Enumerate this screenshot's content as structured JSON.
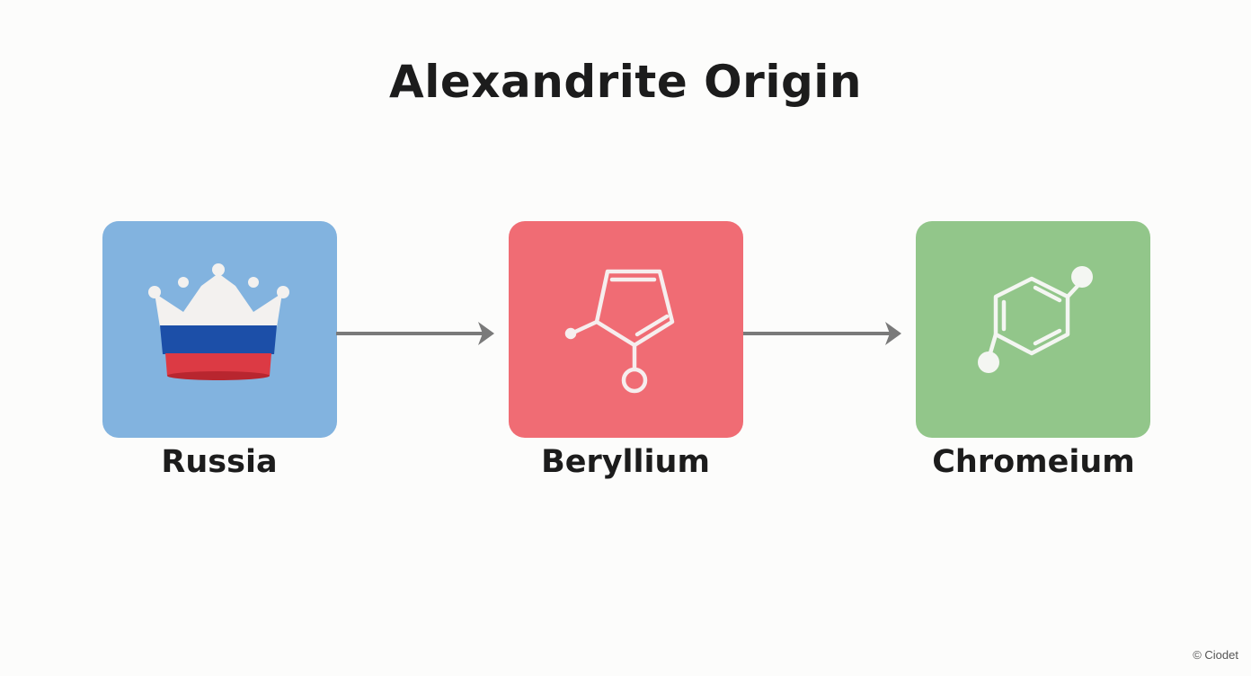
{
  "title": "Alexandrite Origin",
  "nodes": [
    {
      "label": "Russia",
      "color": "#82b3df",
      "icon": "crown-icon"
    },
    {
      "label": "Beryllium",
      "color": "#f06c74",
      "icon": "molecule-ring-icon"
    },
    {
      "label": "Chromeium",
      "color": "#92c68a",
      "icon": "hexagon-molecule-icon"
    }
  ],
  "colors": {
    "arrow": "#7a7a7a",
    "flag_white": "#f3f1ef",
    "flag_blue": "#1c4fa8",
    "flag_red": "#dc3a44"
  },
  "copyright": "© Ciodet"
}
